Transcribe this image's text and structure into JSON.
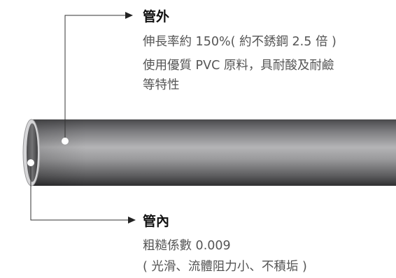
{
  "outer": {
    "title": "管外",
    "lines": [
      "伸長率約 150%( 約不銹鋼 2.5 倍 )",
      "使用優質 PVC 原料，具耐酸及耐鹼",
      "等特性"
    ]
  },
  "inner": {
    "title": "管內",
    "lines": [
      "粗糙係數 0.009",
      "( 光滑、流體阻力小、不積垢 )"
    ]
  },
  "colors": {
    "pipe_dark": "#3c3c3e",
    "pipe_mid": "#8a8a8c",
    "pipe_light": "#c4c4c6",
    "callout_line": "#333333",
    "dot": "#ffffff"
  }
}
